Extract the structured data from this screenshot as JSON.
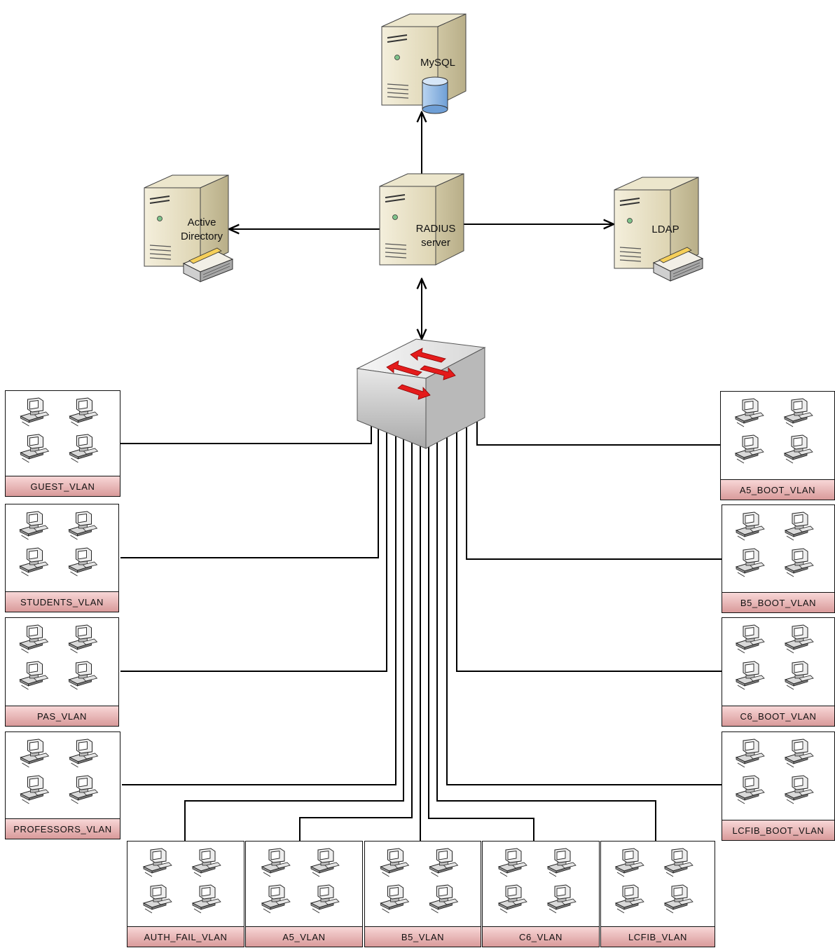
{
  "servers": {
    "mysql": {
      "label": "MySQL"
    },
    "radius": {
      "label_line1": "RADIUS",
      "label_line2": "server"
    },
    "active_directory": {
      "label_line1": "Active",
      "label_line2": "Directory"
    },
    "ldap": {
      "label": "LDAP"
    }
  },
  "switch": {
    "icon": "network-switch-icon",
    "arrow_color": "#e41b1b"
  },
  "vlans_left": [
    {
      "label": "GUEST_VLAN"
    },
    {
      "label": "STUDENTS_VLAN"
    },
    {
      "label": "PAS_VLAN"
    },
    {
      "label": "PROFESSORS_VLAN"
    }
  ],
  "vlans_right": [
    {
      "label": "A5_BOOT_VLAN"
    },
    {
      "label": "B5_BOOT_VLAN"
    },
    {
      "label": "C6_BOOT_VLAN"
    },
    {
      "label": "LCFIB_BOOT_VLAN"
    }
  ],
  "vlans_bottom": [
    {
      "label": "AUTH_FAIL_VLAN"
    },
    {
      "label": "A5_VLAN"
    },
    {
      "label": "B5_VLAN"
    },
    {
      "label": "C6_VLAN"
    },
    {
      "label": "LCFIB_VLAN"
    }
  ],
  "colors": {
    "server_body": "#e9e3c9",
    "server_side": "#c9c09c",
    "vlan_label_bg": "#e8b4b4",
    "db_cylinder": "#9cc0e6",
    "line": "#000000"
  }
}
